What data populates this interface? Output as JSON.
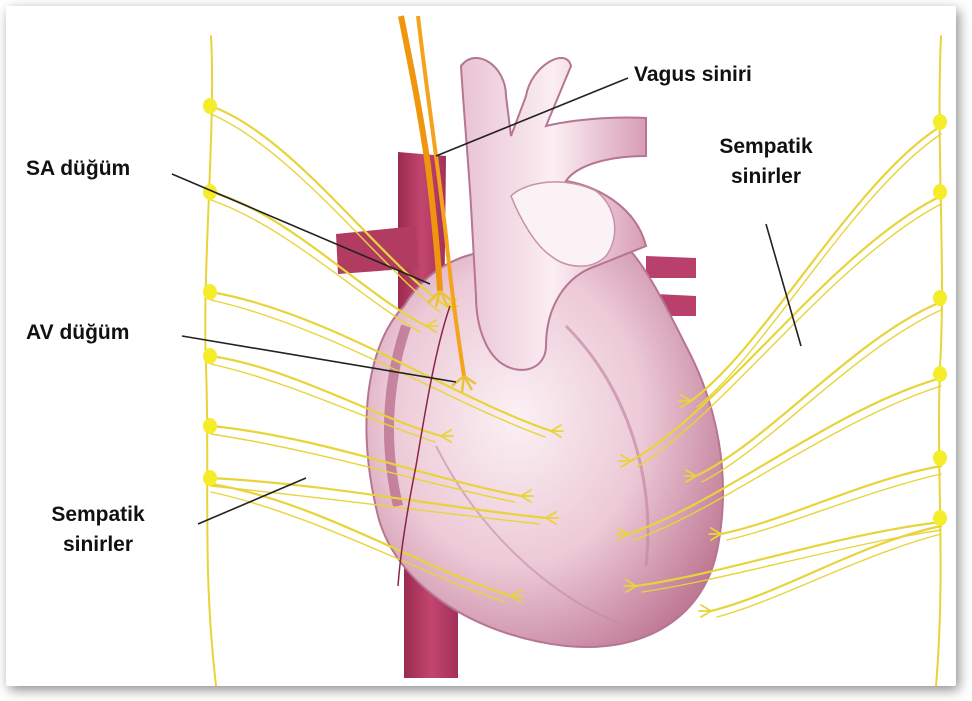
{
  "labels": {
    "vagus": "Vagus siniri",
    "sa_node": "SA düğüm",
    "av_node": "AV düğüm",
    "symp_right_line1": "Sempatik",
    "symp_right_line2": "sinirler",
    "symp_left_line1": "Sempatik",
    "symp_left_line2": "sinirler"
  },
  "colors": {
    "nerve": "#e8d43a",
    "ganglion": "#f5ec2a",
    "vagus": "#f0960e",
    "heart_light": "#f3dde6",
    "heart_mid": "#c98aa2",
    "vessel_dark": "#b3365c",
    "leader_line": "#222222"
  }
}
